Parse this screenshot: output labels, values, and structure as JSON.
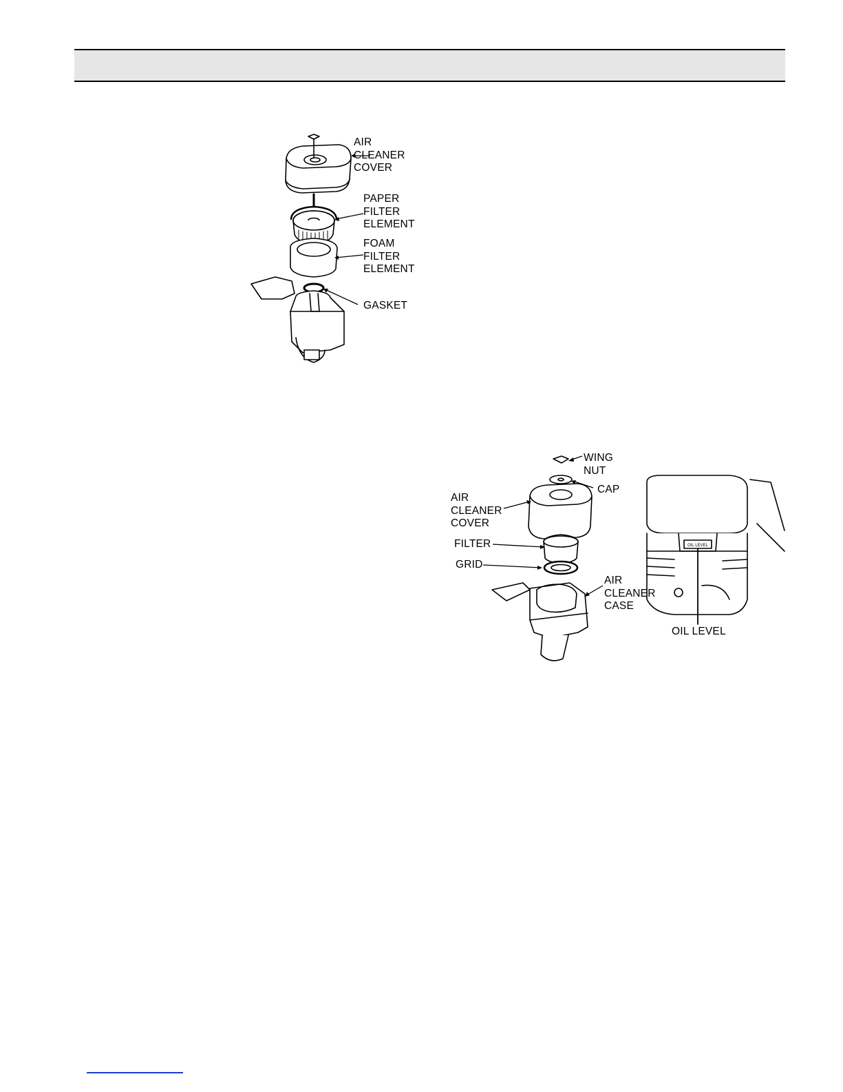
{
  "figure1": {
    "labels": {
      "air_cleaner_cover": "AIR\nCLEANER\nCOVER",
      "paper_filter_element": "PAPER\nFILTER\nELEMENT",
      "foam_filter_element": "FOAM\nFILTER\nELEMENT",
      "gasket": "GASKET"
    }
  },
  "figure2": {
    "labels": {
      "wing_nut": "WING\nNUT",
      "cap": "CAP",
      "air_cleaner_cover": "AIR\nCLEANER\nCOVER",
      "filter": "FILTER",
      "grid": "GRID",
      "air_cleaner_case": "AIR\nCLEANER\nCASE",
      "oil_level": "OIL LEVEL",
      "oil_level_mark": "OIL LEVEL"
    }
  }
}
